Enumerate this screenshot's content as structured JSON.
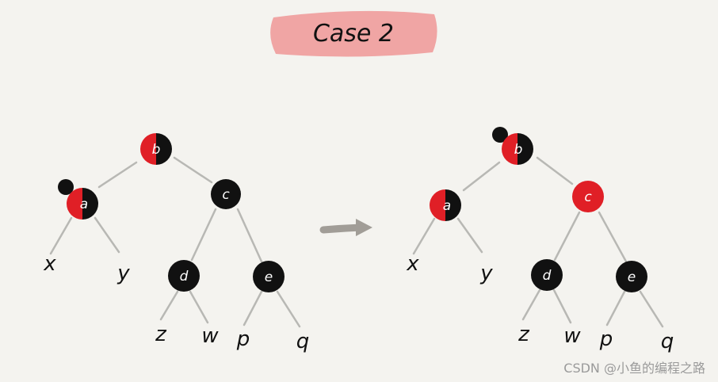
{
  "title": "Case 2",
  "watermark": "CSDN @小鱼的编程之路",
  "colors": {
    "red": "#e01f26",
    "black": "#111111",
    "edge": "#b8b8b4",
    "arrow": "#a19d97",
    "banner": "#ee9796"
  },
  "before": {
    "nodes": [
      {
        "id": "b",
        "label": "b",
        "fill": "split"
      },
      {
        "id": "a",
        "label": "a",
        "fill": "split",
        "extra_black": true
      },
      {
        "id": "c",
        "label": "c",
        "fill": "black"
      },
      {
        "id": "d",
        "label": "d",
        "fill": "black"
      },
      {
        "id": "e",
        "label": "e",
        "fill": "black"
      }
    ],
    "leaves": [
      "x",
      "y",
      "z",
      "w",
      "p",
      "q"
    ]
  },
  "after": {
    "nodes": [
      {
        "id": "b",
        "label": "b",
        "fill": "split",
        "extra_black": true
      },
      {
        "id": "a",
        "label": "a",
        "fill": "split"
      },
      {
        "id": "c",
        "label": "c",
        "fill": "red"
      },
      {
        "id": "d",
        "label": "d",
        "fill": "black"
      },
      {
        "id": "e",
        "label": "e",
        "fill": "black"
      }
    ],
    "leaves": [
      "x",
      "y",
      "z",
      "w",
      "p",
      "q"
    ]
  }
}
